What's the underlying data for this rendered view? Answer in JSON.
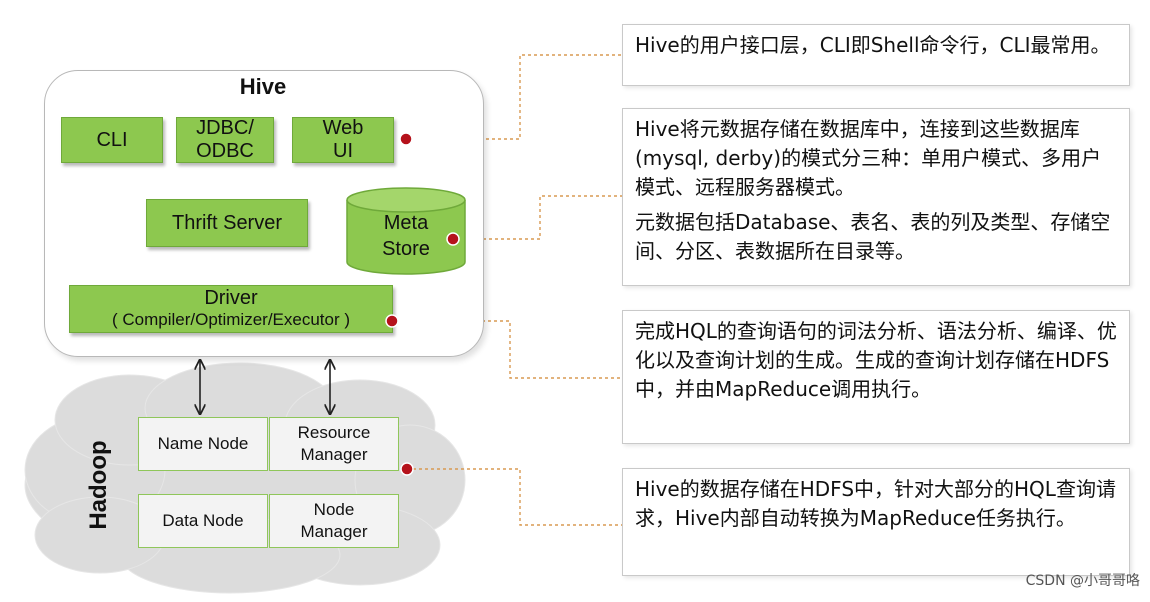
{
  "hive": {
    "title": "Hive",
    "cli": "CLI",
    "jdbc_line1": "JDBC/",
    "jdbc_line2": "ODBC",
    "webui_line1": "Web",
    "webui_line2": "UI",
    "thrift": "Thrift Server",
    "metastore_line1": "Meta",
    "metastore_line2": "Store",
    "driver_line1": "Driver",
    "driver_line2": "( Compiler/Optimizer/Executor )"
  },
  "hadoop": {
    "label": "Hadoop",
    "name_node": "Name Node",
    "rm_line1": "Resource",
    "rm_line2": "Manager",
    "data_node": "Data Node",
    "nm_line1": "Node",
    "nm_line2": "Manager"
  },
  "notes": {
    "n1": "Hive的用户接口层，CLI即Shell命令行，CLI最常用。",
    "n2_p1": "Hive将元数据存储在数据库中，连接到这些数据库(mysql, derby)的模式分三种：单用户模式、多用户模式、远程服务器模式。",
    "n2_p2": "元数据包括Database、表名、表的列及类型、存储空间、分区、表数据所在目录等。",
    "n3": "完成HQL的查询语句的词法分析、语法分析、编译、优化以及查询计划的生成。生成的查询计划存储在HDFS中，并由MapReduce调用执行。",
    "n4": "Hive的数据存储在HDFS中，针对大部分的HQL查询请求，Hive内部自动转换为MapReduce任务执行。"
  },
  "watermark": "CSDN @小哥哥咯",
  "colors": {
    "component_green": "#8dc84f",
    "connector_orange": "#d89a52",
    "marker_red": "#b5121b"
  }
}
